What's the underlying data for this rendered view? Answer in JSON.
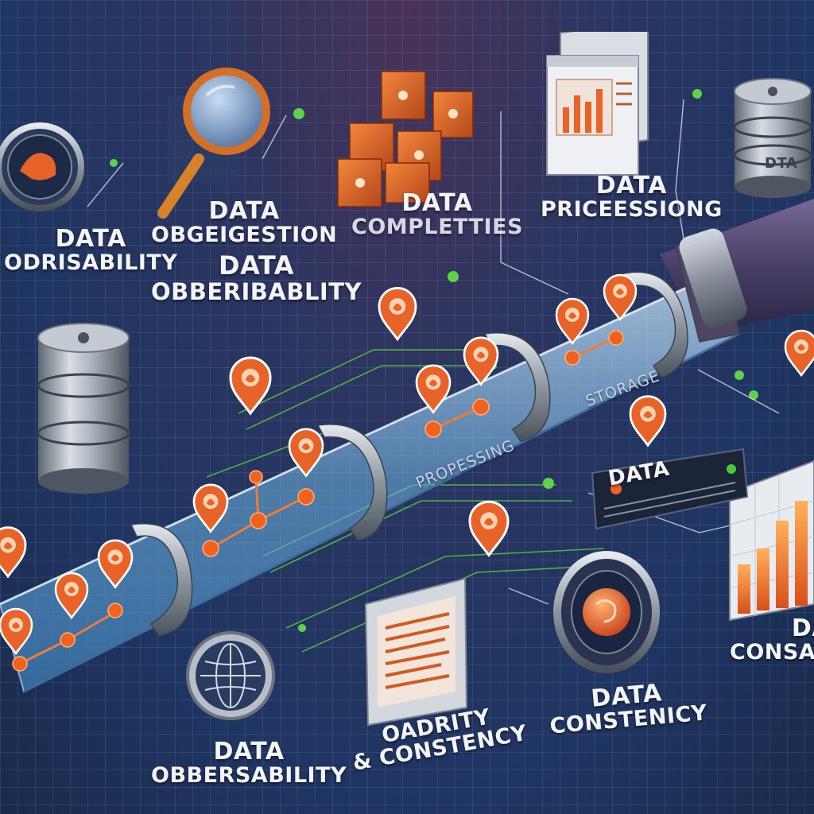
{
  "labels": {
    "observability_top_left": {
      "line1": "DATA",
      "line2": "ODRISABILITY"
    },
    "observation": {
      "line1": "DATA",
      "line2": "OBGEIGESTION"
    },
    "observability_mid": {
      "line1": "DATA",
      "line2": "OBBERIBABLITY"
    },
    "completeness": {
      "line1": "DATA",
      "line2": "COMPLETTIES"
    },
    "processing_top": {
      "line1": "DATA",
      "line2": "PRICEESSIONG"
    },
    "storage": "STORAGE",
    "processing_pipe": "PROPESSING",
    "data_panel": "DATA",
    "observability_bottom": {
      "line1": "DATA",
      "line2": "OBBERSABILITY"
    },
    "quality_consistency": {
      "line1": "OADRITY",
      "line2": "& CONSTENCY"
    },
    "consistency_center": {
      "line1": "DATA",
      "line2": "CONSTENICY"
    },
    "consistency_right": {
      "line1": "DATA",
      "line2": "CONSATEN"
    },
    "db_top_right": "DTA"
  },
  "colors": {
    "background": "#1f3561",
    "grid": "#a0bef0",
    "accent": "#e8632a",
    "highlight": "#f79a4a",
    "connector_green": "#4fc73a",
    "metal": "#9aa3ae",
    "glass": "#9fd4f2"
  },
  "icons": [
    "magnifier-icon",
    "cubes-icon",
    "browser-chart-icon",
    "database-icon",
    "globe-icon",
    "bar-chart-icon",
    "location-pin-icon",
    "gauge-icon"
  ]
}
